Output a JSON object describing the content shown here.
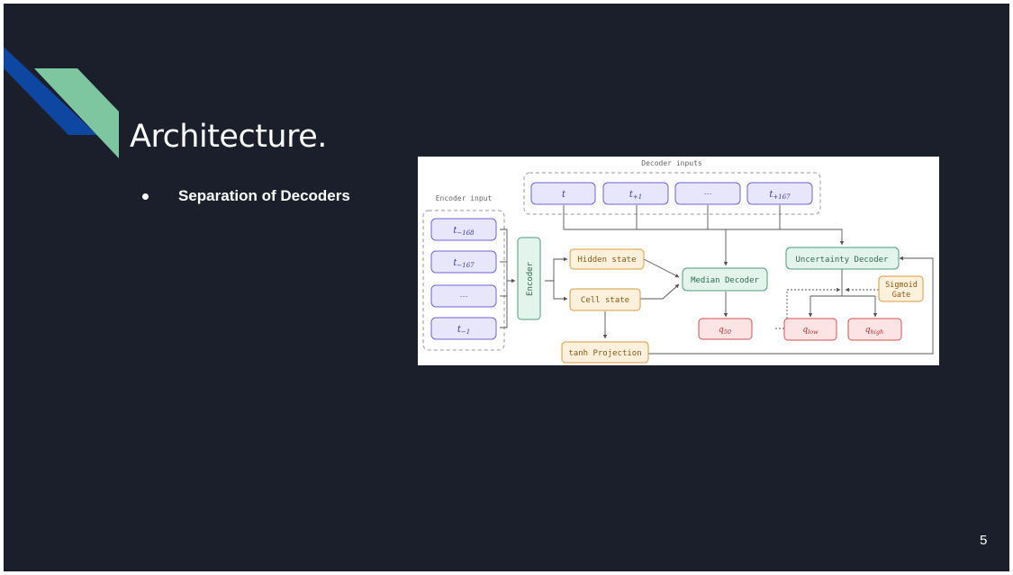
{
  "slide": {
    "title": "Architecture.",
    "bullets": [
      "Separation of Decoders"
    ],
    "page_number": "5",
    "colors": {
      "background": "#1b1f2b",
      "deco_blue": "#0d47a1",
      "deco_green": "#7ec6a0"
    }
  },
  "diagram": {
    "decoder_inputs_label": "Decoder inputs",
    "decoder_inputs": [
      {
        "base": "t",
        "sub": ""
      },
      {
        "base": "t",
        "sub": "+1"
      },
      {
        "base": "···",
        "sub": ""
      },
      {
        "base": "t",
        "sub": "+167"
      }
    ],
    "encoder_input_label": "Encoder input",
    "encoder_inputs": [
      {
        "base": "t",
        "sub": "−168"
      },
      {
        "base": "t",
        "sub": "−167"
      },
      {
        "base": "···",
        "sub": ""
      },
      {
        "base": "t",
        "sub": "−1"
      }
    ],
    "encoder": "Encoder",
    "hidden_state": "Hidden state",
    "cell_state": "Cell state",
    "tanh_projection": "tanh Projection",
    "median_decoder": "Median Decoder",
    "uncertainty_decoder": "Uncertainty Decoder",
    "sigmoid_gate_line1": "Sigmoid",
    "sigmoid_gate_line2": "Gate",
    "q50": {
      "base": "q",
      "sub": "50"
    },
    "q_low": {
      "base": "q",
      "sub": "low"
    },
    "q_high": {
      "base": "q",
      "sub": "high"
    },
    "colors": {
      "input_fill": "#e8e6fb",
      "input_stroke": "#6c63d9",
      "state_fill": "#fdf1de",
      "state_stroke": "#d99a3c",
      "decoder_fill": "#e3f4ec",
      "decoder_stroke": "#4f9e78",
      "output_fill": "#fde4e4",
      "output_stroke": "#d65050"
    }
  }
}
